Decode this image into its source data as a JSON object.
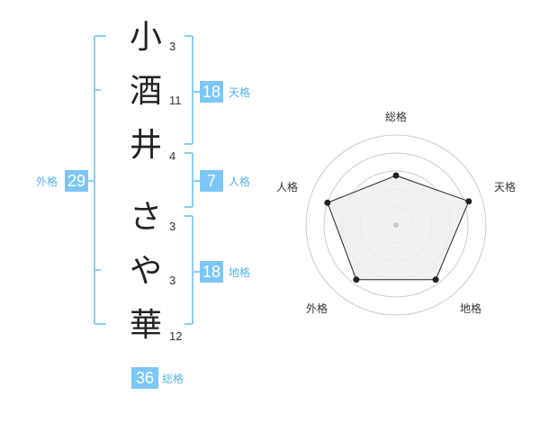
{
  "name": {
    "characters": [
      {
        "char": "小",
        "strokes": "3"
      },
      {
        "char": "酒",
        "strokes": "11"
      },
      {
        "char": "井",
        "strokes": "4"
      },
      {
        "char": "さ",
        "strokes": "3"
      },
      {
        "char": "や",
        "strokes": "3"
      },
      {
        "char": "華",
        "strokes": "12"
      }
    ]
  },
  "fortunes": {
    "tenkaku": {
      "label": "天格",
      "value": "18"
    },
    "jinkaku": {
      "label": "人格",
      "value": "7"
    },
    "chikaku": {
      "label": "地格",
      "value": "18"
    },
    "gaikaku": {
      "label": "外格",
      "value": "29"
    },
    "soukaku": {
      "label": "総格",
      "value": "36"
    }
  },
  "colors": {
    "accent": "#7cc7f5",
    "accent_text": "#5ab4e8",
    "bracket": "#8ccff5",
    "radar_fill": "#eeeeee",
    "radar_line": "#222222",
    "ring": "#cccccc"
  },
  "chart_data": {
    "type": "radar",
    "axes": [
      "総格",
      "天格",
      "地格",
      "外格",
      "人格"
    ],
    "values": [
      0.55,
      0.85,
      0.75,
      0.75,
      0.8
    ],
    "range": [
      0,
      1
    ],
    "rings": 5
  }
}
